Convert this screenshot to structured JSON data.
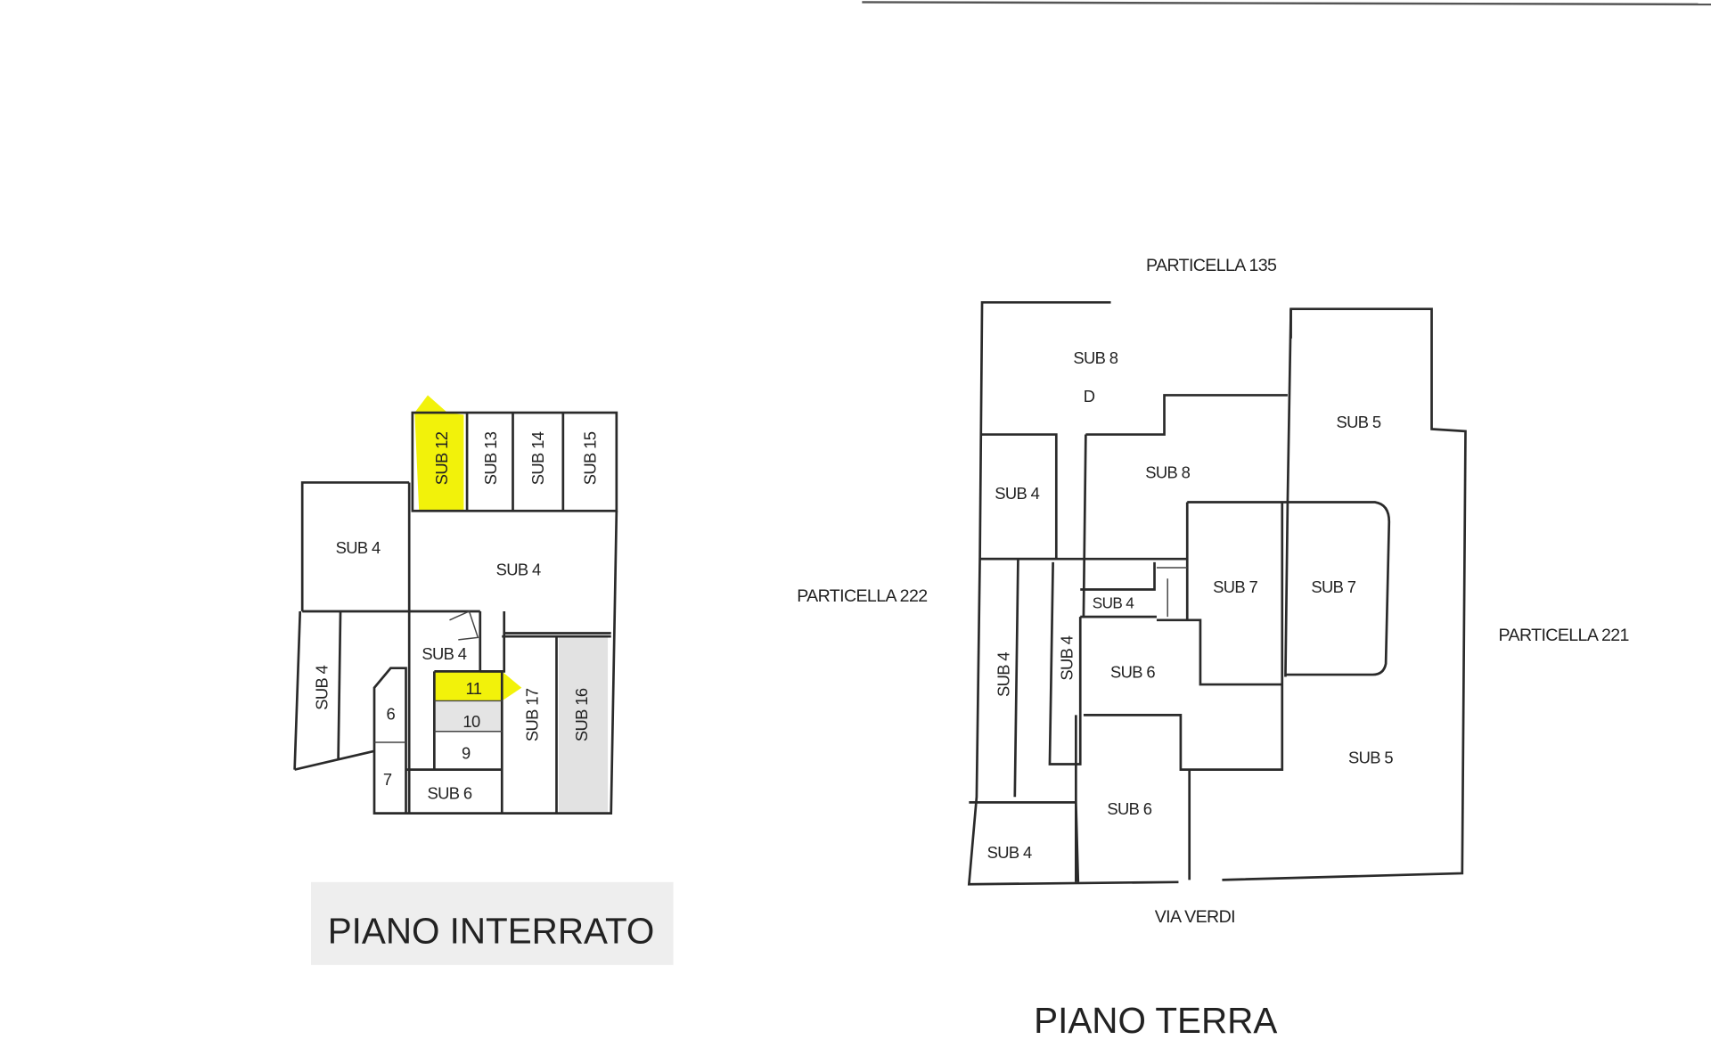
{
  "colors": {
    "highlight": "#f2f20a",
    "shade": "#e2e2e2",
    "line": "#2a2a2a"
  },
  "basement": {
    "title": "PIANO INTERRATO",
    "labels": {
      "sub12": "SUB 12",
      "sub13": "SUB 13",
      "sub14": "SUB 14",
      "sub15": "SUB 15",
      "sub4_left": "SUB 4",
      "sub4_main": "SUB 4",
      "sub4_strip": "SUB 4",
      "sub4_inner": "SUB 4",
      "u11": "11",
      "u10": "10",
      "u9": "9",
      "u6": "6",
      "u7": "7",
      "sub6": "SUB 6",
      "sub17": "SUB 17",
      "sub16": "SUB 16"
    }
  },
  "ground": {
    "title": "PIANO TERRA",
    "neighbors": {
      "north": "PARTICELLA 135",
      "west": "PARTICELLA 222",
      "east": "PARTICELLA 221",
      "south": "VIA VERDI"
    },
    "labels": {
      "sub8_top": "SUB 8",
      "d": "D",
      "sub8": "SUB 8",
      "sub5_top": "SUB 5",
      "sub5_bottom": "SUB 5",
      "sub4_left": "SUB 4",
      "sub4_small": "SUB 4",
      "sub4_strip1": "SUB 4",
      "sub4_strip2": "SUB 4",
      "sub4_bottom": "SUB 4",
      "sub7_a": "SUB 7",
      "sub7_b": "SUB 7",
      "sub6_a": "SUB 6",
      "sub6_b": "SUB 6"
    }
  }
}
